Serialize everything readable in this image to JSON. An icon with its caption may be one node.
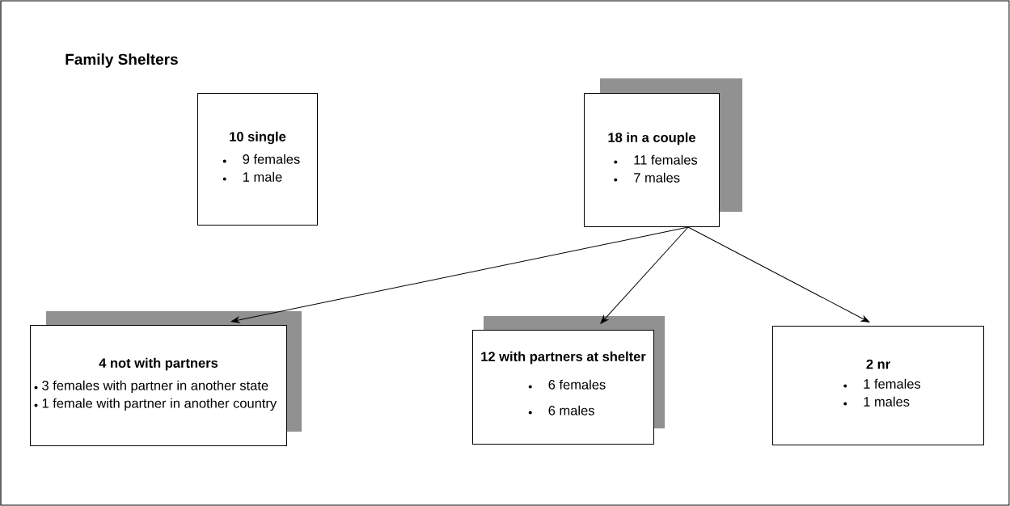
{
  "diagram": {
    "title": "Family Shelters",
    "nodes": [
      {
        "text": [
          "10 single",
          "9 females",
          "1 male"
        ]
      },
      {
        "text": [
          "18 in a couple",
          "11 females",
          "7 males"
        ]
      },
      {
        "text": [
          "4 not with partners",
          "3 females with partner in another state",
          "1 female with partner in another country"
        ]
      },
      {
        "text": [
          "12 with partners at shelter",
          "6 females",
          "6 males"
        ]
      },
      {
        "text": [
          "2 nr",
          "1 females",
          "1 males"
        ]
      }
    ],
    "edges": [
      {
        "from": 1,
        "to": 2,
        "arrow": "to"
      },
      {
        "from": 1,
        "to": 3,
        "arrow": "to"
      },
      {
        "from": 1,
        "to": 4,
        "arrow": "to"
      }
    ]
  }
}
